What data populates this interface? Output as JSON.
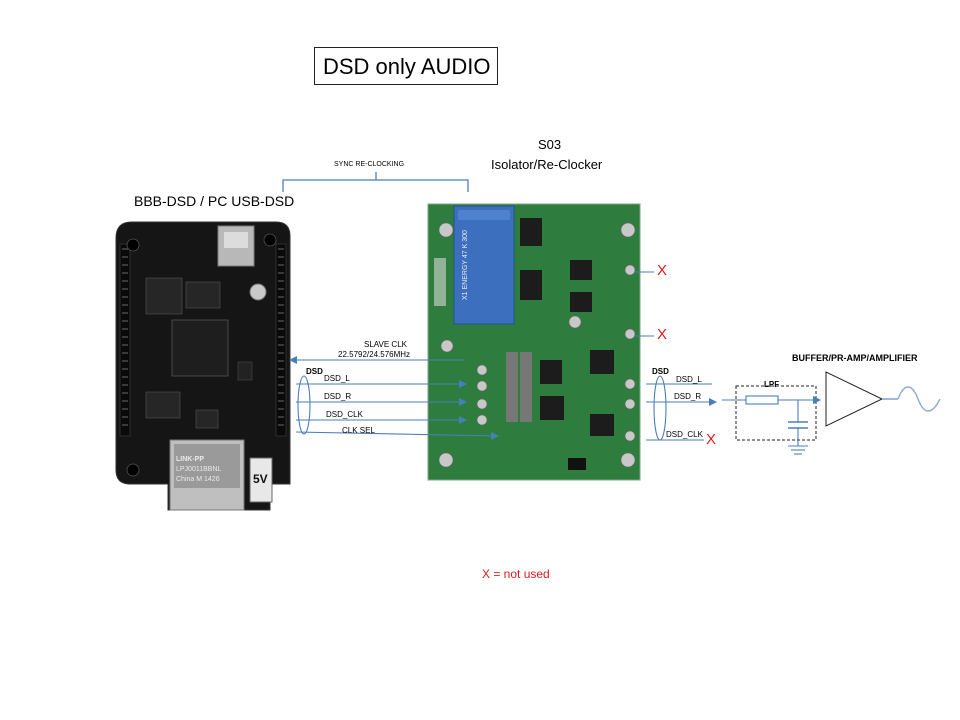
{
  "title": "DSD only AUDIO",
  "sync_label": "SYNC RE-CLOCKING",
  "board_left": {
    "name": "BBB-DSD / PC USB-DSD",
    "chip_text_1": "LINK-PP",
    "chip_text_2": "LPJ0011BBNL",
    "chip_text_3": "China M 1426",
    "jumper_text": "5V"
  },
  "board_right": {
    "line1": "S03",
    "line2": "Isolator/Re-Clocker",
    "cap_text": "X1 ENERGY 47 K 300"
  },
  "signals": {
    "slave_clk": "SLAVE  CLK",
    "slave_freq": "22.5792/24.576MHz",
    "dsd_group_left": "DSD",
    "dsd_l": "DSD_L",
    "dsd_r": "DSD_R",
    "dsd_clk": "DSD_CLK",
    "clk_sel": "CLK SEL",
    "dsd_group_right": "DSD",
    "dsd_l_out": "DSD_L",
    "dsd_r_out": "DSD_R",
    "dsd_clk_out": "DSD_CLK"
  },
  "unused_mark": "X",
  "lpf_label": "LPF",
  "amp_label": "BUFFER/PR-AMP/AMPLIFIER",
  "legend": "X = not used",
  "colors": {
    "arrow": "#4a7ebb",
    "unused": "#e01b1b",
    "pcb_black": "#151515",
    "pcb_green": "#2e7d3e"
  }
}
